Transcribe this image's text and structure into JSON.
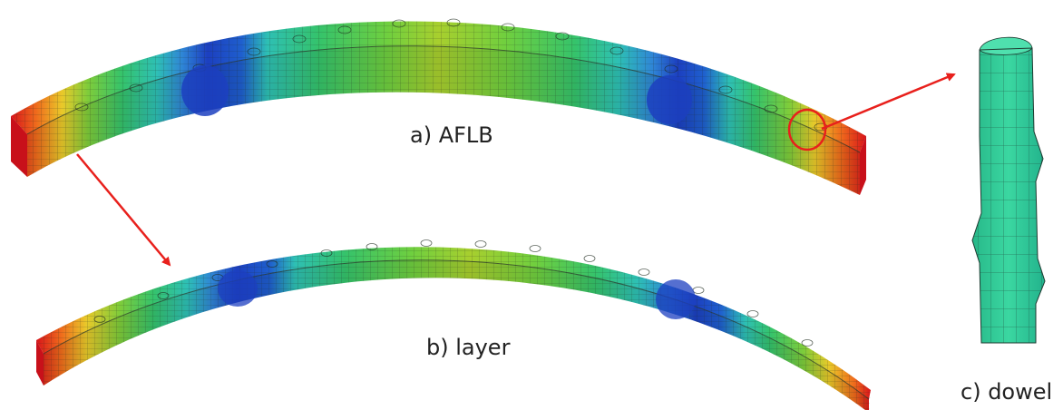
{
  "captions": {
    "aflb": "a) AFLB",
    "layer": "b) layer",
    "dowel": "c) dowel"
  },
  "colors": {
    "background": "#ffffff",
    "arrow": "#e8201c",
    "mesh_line": "#1e2a1e",
    "contour": [
      "#d8141a",
      "#ef6c1c",
      "#f2a82a",
      "#c9d52a",
      "#7fcc3a",
      "#35c36b",
      "#2ec0b4",
      "#2f86d6",
      "#1c3fc0"
    ]
  }
}
